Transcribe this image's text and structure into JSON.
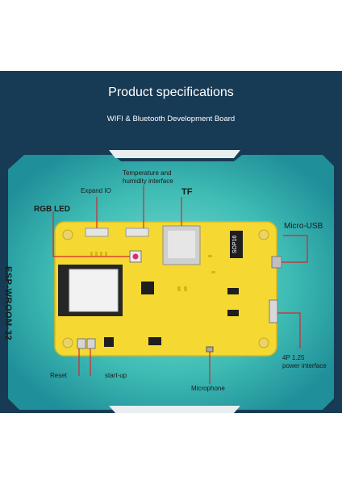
{
  "header": {
    "title": "Product specifications",
    "subtitle": "WIFI & Bluetooth Development Board"
  },
  "labels": {
    "expand_io": "Expand IO",
    "temp_humidity_line1": "Temperature and",
    "temp_humidity_line2": "humidity interface",
    "tf": "TF",
    "rgb_led": "RGB LED",
    "micro_usb": "Micro-USB",
    "esp_module": "ESP-WROOM-32",
    "power_line1": "4P 1.25",
    "power_line2": "power interface",
    "reset": "Reset",
    "start_up": "start-up",
    "microphone": "Microphone",
    "chip_marking": "SOP16"
  },
  "colors": {
    "panel": "#173a55",
    "backdrop_cyan": "#2fb6b0",
    "pcb_yellow": "#f5d932",
    "label_red_line": "#d8262c"
  }
}
